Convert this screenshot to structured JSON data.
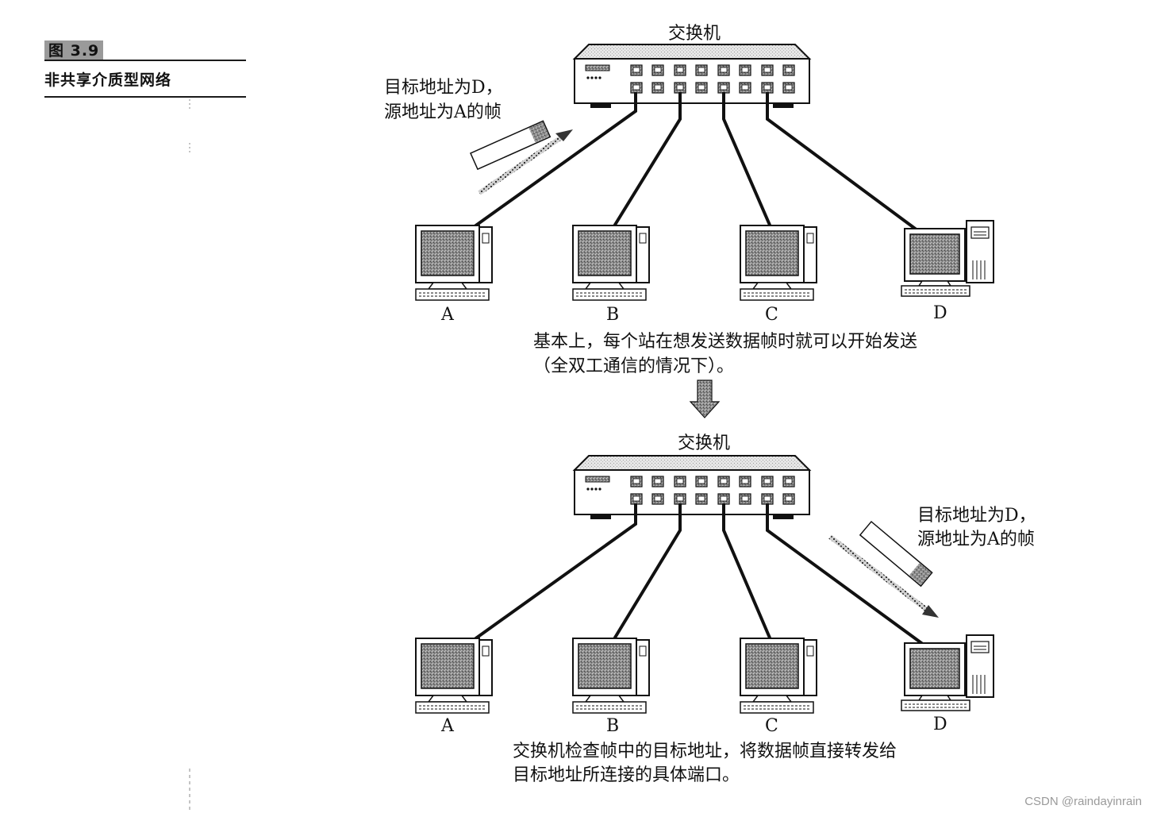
{
  "figure": {
    "badge": "图 3.9",
    "title": "非共享介质型网络"
  },
  "top": {
    "switch_label": "交换机",
    "frame_label_line1": "目标地址为D，",
    "frame_label_line2": "源地址为A的帧",
    "nodes": [
      "A",
      "B",
      "C",
      "D"
    ],
    "caption_line1": "基本上，每个站在想发送数据帧时就可以开始发送",
    "caption_line2": "（全双工通信的情况下）。"
  },
  "bottom": {
    "switch_label": "交换机",
    "frame_label_line1": "目标地址为D，",
    "frame_label_line2": "源地址为A的帧",
    "nodes": [
      "A",
      "B",
      "C",
      "D"
    ],
    "caption_line1": "交换机检查帧中的目标地址，将数据帧直接转发给",
    "caption_line2": "目标地址所连接的具体端口。"
  },
  "watermark": "CSDN @raindayinrain"
}
